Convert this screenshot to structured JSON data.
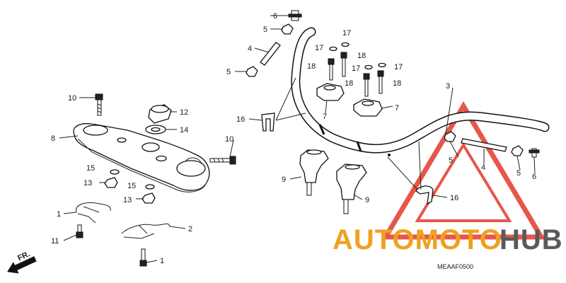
{
  "diagram": {
    "code": "MEAAF0500",
    "fr_label": "FR.",
    "watermark": {
      "text_orange": "AUTOMOTO",
      "text_dark": "HUB",
      "orange": "#f0a020",
      "dark": "#5a5a5a",
      "triangle_color": "#e23a2a"
    },
    "callouts": {
      "c1": "1",
      "c1b": "1",
      "c2": "2",
      "c3": "3",
      "c4": "4",
      "c4b": "4",
      "c5": "5",
      "c5b": "5",
      "c5c": "5",
      "c5d": "5",
      "c6": "6",
      "c6b": "6",
      "c7": "7",
      "c7b": "7",
      "c8": "8",
      "c9": "9",
      "c9b": "9",
      "c10": "10",
      "c10b": "10",
      "c11": "11",
      "c12": "12",
      "c13": "13",
      "c13b": "13",
      "c14": "14",
      "c15": "15",
      "c15b": "15",
      "c16": "16",
      "c16b": "16",
      "c17": "17",
      "c17b": "17",
      "c17c": "17",
      "c17d": "17",
      "c18": "18",
      "c18b": "18",
      "c18c": "18",
      "c18d": "18"
    }
  }
}
